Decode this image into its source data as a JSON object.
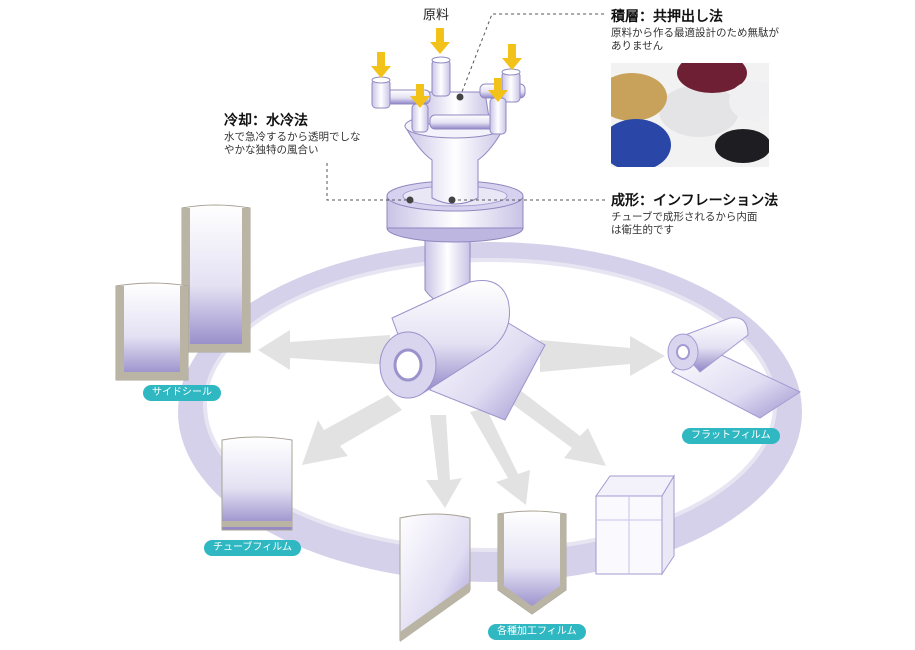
{
  "labels": {
    "material": "原料",
    "lamination": {
      "title": "積層：共押出し法",
      "desc": "原料から作る最適設計のため無駄がありません"
    },
    "cooling": {
      "title": "冷却：水冷法",
      "desc": "水で急冷するから透明でしなやかな独特の風合い"
    },
    "forming": {
      "title": "成形：インフレーション法",
      "desc": "チューブで成形されるから内面は衛生的です"
    }
  },
  "products": {
    "side_seal": "サイドシール",
    "flat_film": "フラットフィルム",
    "tube_film": "チューブフィルム",
    "processed_film": "各種加工フィルム"
  },
  "colors": {
    "badge": "#2fb8c2",
    "pellet_white": "#ececec",
    "pellet_tan": "#c8a25a",
    "pellet_maroon": "#6e1f34",
    "pellet_blue": "#2a47a8",
    "pellet_black": "#1e1e22",
    "arrow_yellow": "#f2c21a"
  }
}
